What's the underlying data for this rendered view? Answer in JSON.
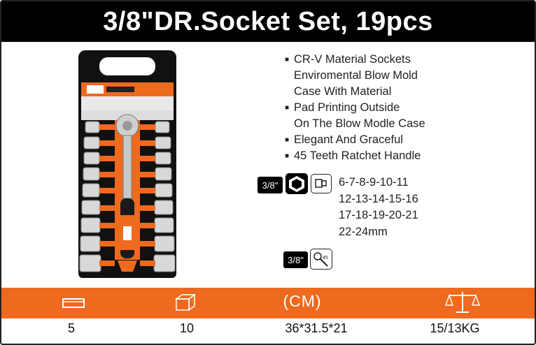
{
  "title": "3/8\"DR.Socket Set, 19pcs",
  "features": [
    {
      "first": "CR-V Material Sockets",
      "more": []
    },
    {
      "first": "Enviromental Blow Mold",
      "more": [
        "Case With Material"
      ],
      "nobullet": true
    },
    {
      "first": "Pad Printing Outside",
      "more": [
        "On The Blow Modle Case"
      ]
    },
    {
      "first": "Elegant And Graceful",
      "more": []
    },
    {
      "first": "45 Teeth Ratchet Handle",
      "more": []
    }
  ],
  "drive_badge_1": "3/8\"",
  "drive_badge_2": "3/8\"",
  "ratchet_teeth": "45",
  "socket_sizes": [
    "6-7-8-9-10-11",
    "12-13-14-15-16",
    "17-18-19-20-21",
    "22-24mm"
  ],
  "packing": {
    "dimension_unit": "(CM)",
    "box_qty": "5",
    "carton_qty": "10",
    "dimensions": "36*31.5*21",
    "weight": "15/13KG"
  },
  "colors": {
    "accent": "#ee6a1f",
    "title_bg": "#000000"
  },
  "icons": [
    "box-icon",
    "carton-icon",
    "scale-icon",
    "hex-socket-icon",
    "ratchet-icon"
  ]
}
